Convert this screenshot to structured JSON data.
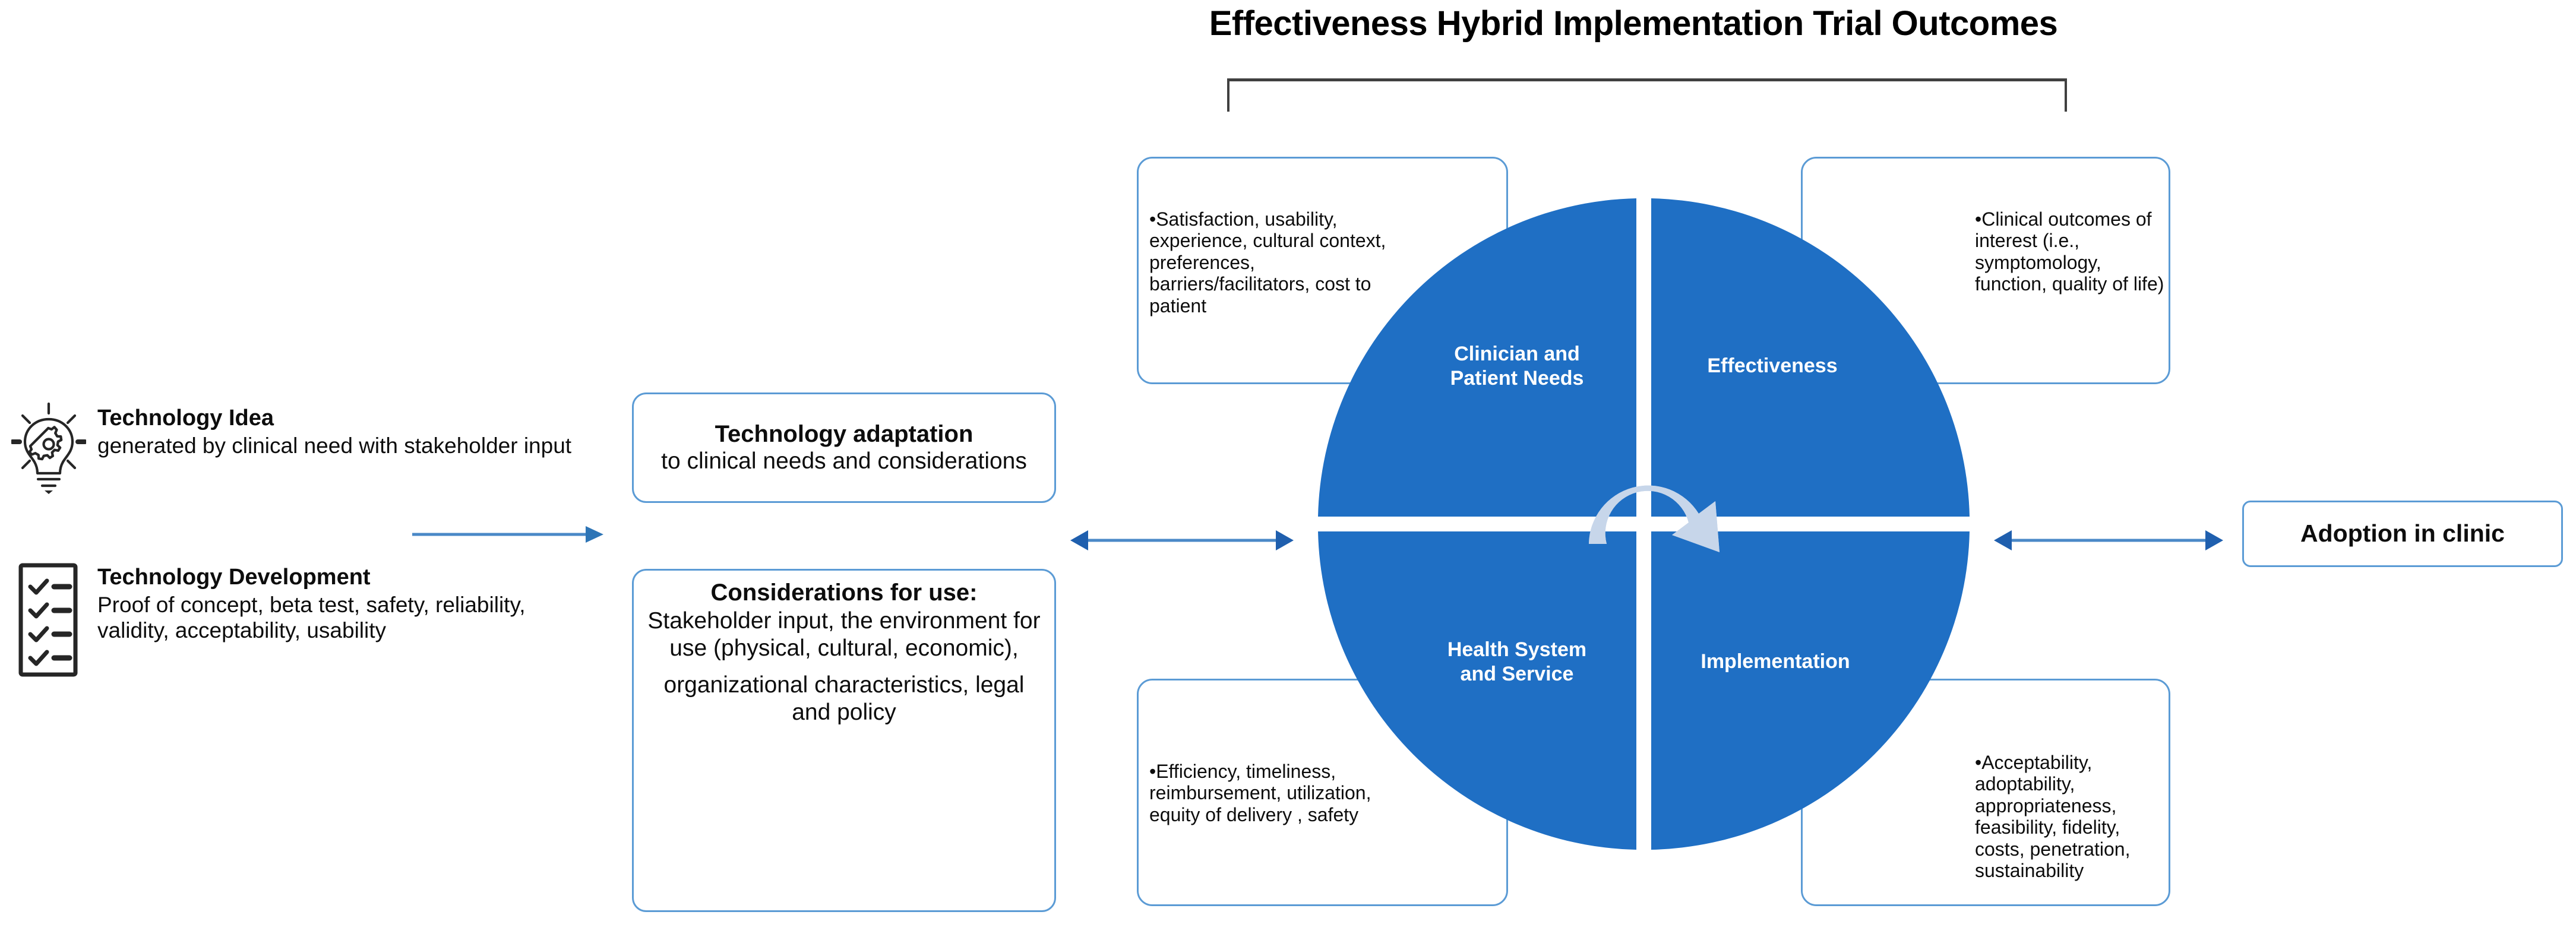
{
  "title": "Effectiveness Hybrid Implementation Trial Outcomes",
  "colors": {
    "circle_blue": "#1f6fc4",
    "box_border_blue": "#5b9bd5",
    "arrow_blue": "#2e75b6",
    "bracket_gray": "#404040",
    "cycle_arrow": "#c7d6ea",
    "text_black": "#0d0d0d"
  },
  "inputs": [
    {
      "icon": "lightbulb-gear-icon",
      "title": "Technology Idea",
      "description": "generated by clinical need with stakeholder input"
    },
    {
      "icon": "checklist-icon",
      "title": "Technology Development",
      "description": "Proof of concept, beta test, safety, reliability, validity, acceptability, usability"
    }
  ],
  "middle_boxes": {
    "adaptation": {
      "heading": "Technology adaptation",
      "body": "to clinical needs and considerations"
    },
    "considerations": {
      "heading": "Considerations for use:",
      "body_1": "Stakeholder input, the environment for use (physical, cultural, economic),",
      "body_2": "organizational characteristics, legal and policy"
    }
  },
  "circle": {
    "quadrants": [
      {
        "position": "top-left",
        "label": "Clinician and\nPatient Needs"
      },
      {
        "position": "top-right",
        "label": "Effectiveness"
      },
      {
        "position": "bottom-left",
        "label": "Health System\nand Service"
      },
      {
        "position": "bottom-right",
        "label": "Implementation"
      }
    ],
    "center_icon": "cycle-arrows-icon"
  },
  "outcome_boxes": {
    "top_left": "•Satisfaction, usability, experience, cultural context, preferences, barriers/facilitators, cost to patient",
    "top_right": "•Clinical outcomes of interest  (i.e., symptomology, function, quality of life)",
    "bottom_left": "•Efficiency, timeliness, reimbursement, utilization, equity of delivery , safety",
    "bottom_right": "•Acceptability, adoptability, appropriateness, feasibility, fidelity, costs, penetration, sustainability"
  },
  "output_box": {
    "label": "Adoption in clinic"
  },
  "arrows": [
    {
      "name": "arrow-idea-to-adaptation",
      "direction": "right"
    },
    {
      "name": "arrow-boxes-to-circle",
      "direction": "both"
    },
    {
      "name": "arrow-circle-to-adoption",
      "direction": "both"
    }
  ]
}
